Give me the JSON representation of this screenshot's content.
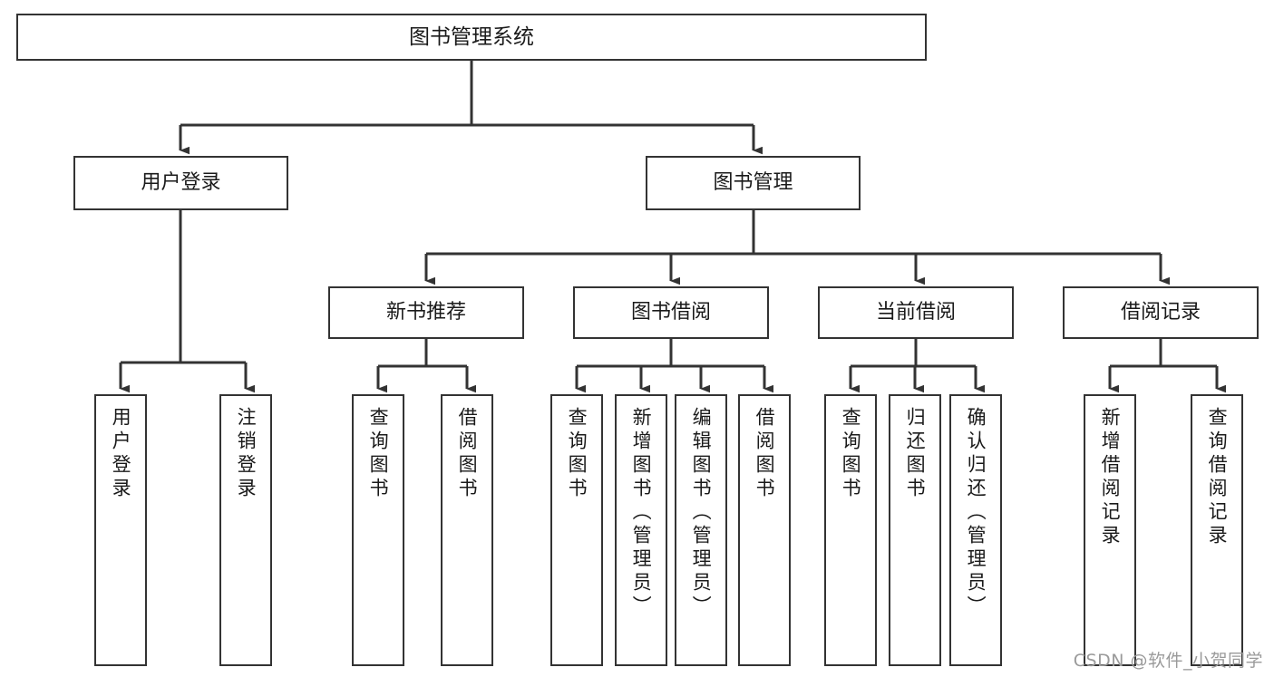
{
  "diagram": {
    "title": "图书管理系统",
    "type": "tree-hierarchy",
    "watermark": "CSDN @软件_小贺同学",
    "colors": {
      "background": "#ffffff",
      "box_border": "#333333",
      "box_fill": "#ffffff",
      "text": "#1a1a1a",
      "edge": "#333333",
      "watermark": "#9a9a9a"
    }
  },
  "nodes": {
    "root": {
      "label": "图书管理系统",
      "level": 1
    },
    "level2": [
      {
        "id": "user-login",
        "label": "用户登录"
      },
      {
        "id": "book-management",
        "label": "图书管理"
      }
    ],
    "level3": [
      {
        "id": "new-book-recommend",
        "label": "新书推荐"
      },
      {
        "id": "book-borrow",
        "label": "图书借阅"
      },
      {
        "id": "current-borrow",
        "label": "当前借阅"
      },
      {
        "id": "borrow-record",
        "label": "借阅记录"
      }
    ],
    "leaves": {
      "user_login": [
        {
          "id": "leaf-user-login",
          "label": "用户登录"
        },
        {
          "id": "leaf-logout-login",
          "label": "注销登录"
        }
      ],
      "new_book_recommend": [
        {
          "id": "leaf-query-book-1",
          "label": "查询图书"
        },
        {
          "id": "leaf-borrow-book-1",
          "label": "借阅图书"
        }
      ],
      "book_borrow": [
        {
          "id": "leaf-query-book-2",
          "label": "查询图书"
        },
        {
          "id": "leaf-add-book",
          "label": "新增图书（管理员）"
        },
        {
          "id": "leaf-edit-book",
          "label": "编辑图书（管理员）"
        },
        {
          "id": "leaf-borrow-book-2",
          "label": "借阅图书"
        }
      ],
      "current_borrow": [
        {
          "id": "leaf-query-book-3",
          "label": "查询图书"
        },
        {
          "id": "leaf-return-book",
          "label": "归还图书"
        },
        {
          "id": "leaf-confirm-return",
          "label": "确认归还（管理员）"
        }
      ],
      "borrow_record": [
        {
          "id": "leaf-add-record",
          "label": "新增借阅记录"
        },
        {
          "id": "leaf-query-record",
          "label": "查询借阅记录"
        }
      ]
    }
  }
}
